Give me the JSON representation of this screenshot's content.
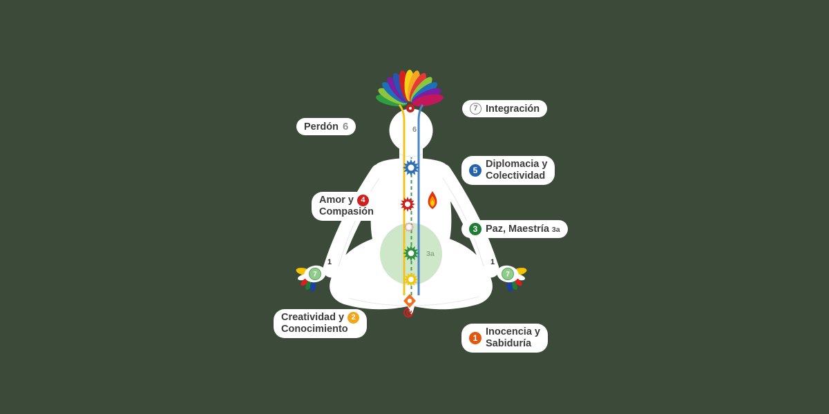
{
  "canvas": {
    "bg": "#3c4a39"
  },
  "colors": {
    "channel_yellow": "#f0c419",
    "channel_blue": "#4a86c8",
    "channel_green": "#3f9b4f",
    "badge_5": "#2363ae",
    "badge_4": "#d01f1f",
    "badge_3": "#1e7d32",
    "badge_2": "#f2a71b",
    "badge_1": "#e2570f"
  },
  "labels": {
    "integracion": {
      "badge": "7",
      "text": "Integración"
    },
    "perdon": {
      "text": "Perdón",
      "badge": "6"
    },
    "diplomacia": {
      "badge": "5",
      "line1": "Diplomacia y",
      "line2": "Colectividad"
    },
    "amor": {
      "badge": "4",
      "line1": "Amor y",
      "line2": "Compasión"
    },
    "paz": {
      "badge": "3",
      "text": "Paz, Maestría",
      "suffix": "3a"
    },
    "creatividad": {
      "badge": "2",
      "line1": "Creatividad y",
      "line2": "Conocimiento"
    },
    "inocencia": {
      "badge": "1",
      "line1": "Inocencia y",
      "line2": "Sabiduría"
    }
  },
  "figure": {
    "forehead_number": "6",
    "void_label": "3a",
    "left_hand": {
      "palm_number": "7",
      "mark": "1"
    },
    "right_hand": {
      "palm_number": "7",
      "mark": "1"
    }
  }
}
